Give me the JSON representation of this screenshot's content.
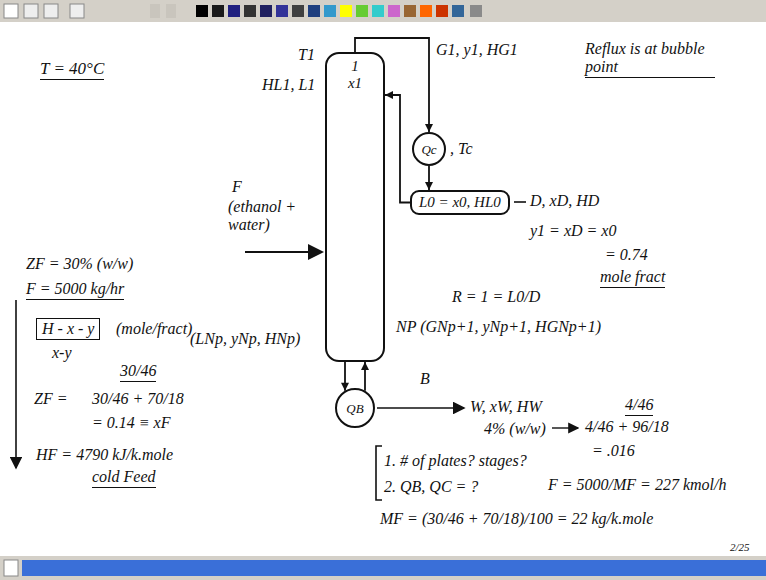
{
  "diagram": {
    "nodes": [
      {
        "text": [
          "1",
          "x1"
        ]
      },
      {
        "text": [
          "Qc"
        ]
      },
      {
        "text": [
          "L0 = x0, HL0"
        ]
      },
      {
        "text": [
          "QB"
        ]
      }
    ],
    "edges": [
      {
        "from": 0,
        "to": 1,
        "arrow": "to",
        "label": "G1, y1, HG1"
      },
      {
        "from": 1,
        "to": 2,
        "arrow": "to"
      },
      {
        "from": 2,
        "to": 0,
        "arrow": "to"
      },
      {
        "from": 0,
        "to": 3,
        "arrow": "to"
      },
      {
        "from": 3,
        "to": 0,
        "arrow": "to"
      }
    ],
    "labels": [
      "T = 40°C",
      "T1",
      "HL1, L1",
      "F",
      "(ethanol + water)",
      "ZF = 30% (w/w)",
      "F = 5000 kg/hr",
      "H - x - y",
      "x-y",
      "(mole/fract)",
      "30/46",
      "ZF =",
      "30/46 + 70/18",
      "= 0.14 ≡ xF",
      "HF = 4790 kJ/k.mole",
      "cold Feed",
      ", Tc",
      "Reflux is at bubble point",
      "D, xD, HD",
      "y1 = xD = x0",
      "= 0.74",
      "mole fract",
      "R = 1 = L0/D",
      "NP (GNp+1, yNp+1, HGNp+1)",
      "(LNp, yNp, HNp)",
      "B",
      "W, xW, HW",
      "4% (w/w)",
      "4/46",
      "4/46 + 96/18",
      "= .016",
      "1. # of plates? stages?",
      "2. QB, QC = ?",
      "F = 5000/MF = 227 kmol/h",
      "MF = (30/46 + 70/18)/100 = 22 kg/k.mole",
      "2/25"
    ]
  }
}
